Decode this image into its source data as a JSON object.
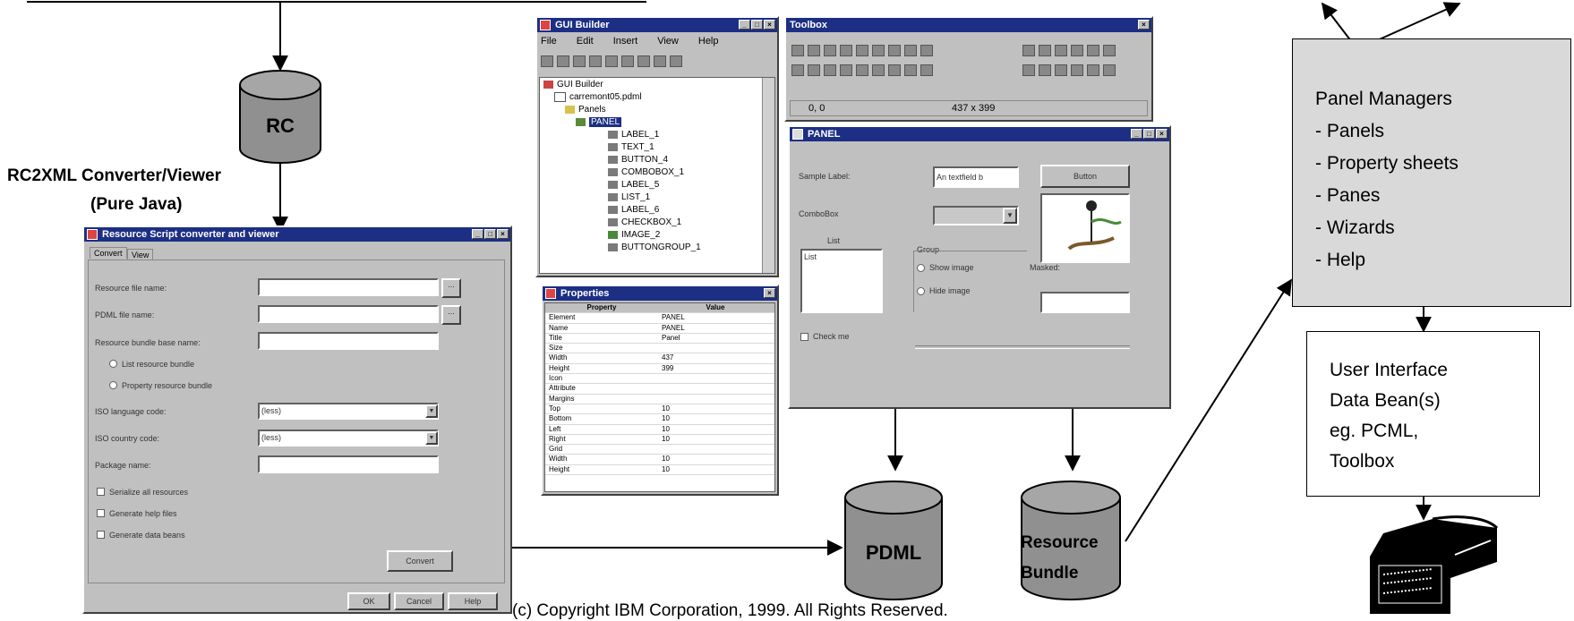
{
  "diagram": {
    "rc_label": "RC",
    "converter_title": "RC2XML Converter/Viewer",
    "converter_subtitle": "(Pure Java)",
    "pdml_label": "PDML",
    "resource_bundle_line1": "Resource",
    "resource_bundle_line2": "Bundle",
    "copyright": "(c) Copyright IBM Corporation, 1999. All Rights Reserved.",
    "panel_managers": {
      "title": "Panel Managers",
      "items": [
        "- Panels",
        "- Property sheets",
        "- Panes",
        "- Wizards",
        "- Help"
      ]
    },
    "data_bean": {
      "lines": [
        "User Interface",
        "Data Bean(s)",
        "eg. PCML,",
        "Toolbox"
      ]
    }
  },
  "converter_window": {
    "title": "Resource Script converter and viewer",
    "tabs": [
      "Convert",
      "View"
    ],
    "fields": {
      "resource_file": "Resource file name:",
      "pdml_file": "PDML file name:",
      "bundle_base": "Resource bundle base name:",
      "list_bundle": "List resource bundle",
      "property_bundle": "Property resource bundle",
      "iso_language": "ISO language code:",
      "iso_country": "ISO country code:",
      "package_name": "Package name:",
      "serialize": "Serialize all resources",
      "help_files": "Generate help files",
      "data_beans": "Generate data beans",
      "language_value": "(less)",
      "country_value": "(less)"
    },
    "buttons": {
      "browse": "...",
      "convert": "Convert",
      "ok": "OK",
      "cancel": "Cancel",
      "help": "Help"
    }
  },
  "gui_builder": {
    "title": "GUI Builder",
    "menu": [
      "File",
      "Edit",
      "Insert",
      "View",
      "Help"
    ],
    "tree": [
      "GUI Builder",
      "carremont05.pdml",
      "Panels",
      "PANEL",
      "LABEL_1",
      "TEXT_1",
      "BUTTON_4",
      "COMBOBOX_1",
      "LABEL_5",
      "LIST_1",
      "LABEL_6",
      "CHECKBOX_1",
      "IMAGE_2",
      "BUTTONGROUP_1"
    ]
  },
  "properties": {
    "title": "Properties",
    "headers": [
      "Property",
      "Value"
    ],
    "rows": [
      [
        "Element",
        "PANEL"
      ],
      [
        "Name",
        "PANEL"
      ],
      [
        "Title",
        "Panel"
      ],
      [
        "Size",
        ""
      ],
      [
        "Width",
        "437"
      ],
      [
        "Height",
        "399"
      ],
      [
        "Icon",
        ""
      ],
      [
        "Attribute",
        ""
      ],
      [
        "Margins",
        ""
      ],
      [
        "Top",
        "10"
      ],
      [
        "Bottom",
        "10"
      ],
      [
        "Left",
        "10"
      ],
      [
        "Right",
        "10"
      ],
      [
        "Grid",
        ""
      ],
      [
        "Width",
        "10"
      ],
      [
        "Height",
        "10"
      ]
    ]
  },
  "toolbox": {
    "title": "Toolbox",
    "position": "0, 0",
    "size": "437 x 399"
  },
  "panel_window": {
    "title": "PANEL",
    "sample_label": "Sample Label:",
    "text_value": "An textfield b",
    "button": "Button",
    "combobox": "ComboBox",
    "list_label": "List",
    "list_value": "List",
    "group": "Group",
    "show_image": "Show image",
    "hide_image": "Hide image",
    "masked": "Masked:",
    "check_me": "Check me"
  }
}
